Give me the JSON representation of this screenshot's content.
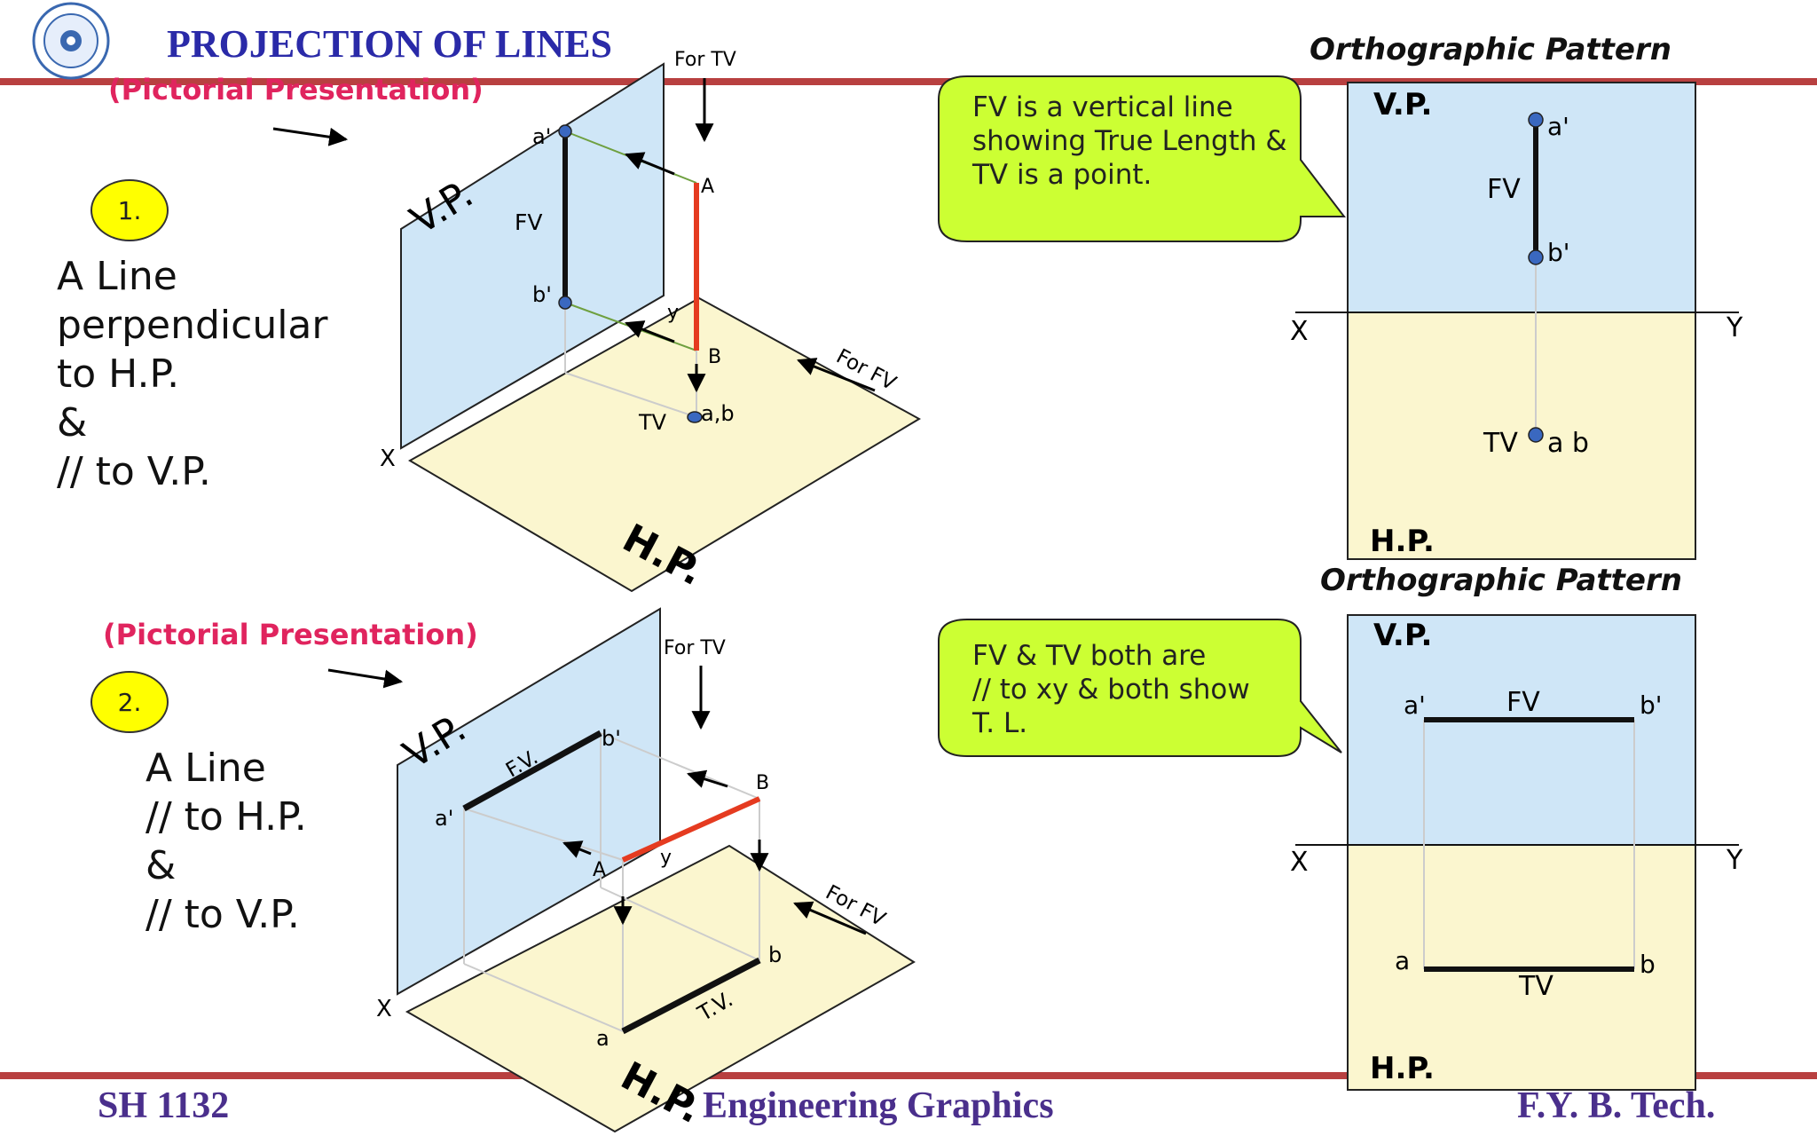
{
  "header": {
    "title": "PROJECTION OF LINES"
  },
  "footer": {
    "left": "SH 1132",
    "center": "Engineering Graphics",
    "right": "F.Y.  B. Tech."
  },
  "colors": {
    "vp_fill": "#cfe6f7",
    "hp_fill": "#fbf6cf",
    "true_line": "#e53b20",
    "callout_fill": "#ccff33",
    "title": "#2a2aa8",
    "rule": "#b84040"
  },
  "case1": {
    "subtitle": "(Pictorial Presentation)",
    "number": "1.",
    "statement": [
      "A Line",
      "perpendicular",
      "to H.P.",
      "&",
      "// to V.P."
    ],
    "pictorial": {
      "vp": "V.P.",
      "hp": "H.P.",
      "fv": "FV",
      "tv": "TV",
      "for_tv": "For TV",
      "for_fv": "For FV",
      "x": "X",
      "y": "y",
      "a_prime": "a'",
      "b_prime": "b'",
      "A": "A",
      "B": "B",
      "ab": "a,b"
    },
    "callout": [
      "FV is a vertical line",
      "showing True Length &",
      "TV is a point."
    ],
    "ortho": {
      "title": "Orthographic Pattern",
      "vp": "V.P.",
      "hp": "H.P.",
      "fv": "FV",
      "x": "X",
      "y": "Y",
      "a_prime": "a'",
      "b_prime": "b'",
      "tv": "TV",
      "ab": "a b"
    }
  },
  "case2": {
    "subtitle": "(Pictorial Presentation)",
    "number": "2.",
    "statement": [
      "A Line",
      "// to H.P.",
      "&",
      "// to V.P."
    ],
    "pictorial": {
      "vp": "V.P.",
      "hp": "H.P.",
      "fv": "F.V.",
      "tv": "T.V.",
      "for_tv": "For TV",
      "for_fv": "For FV",
      "x": "X",
      "y": "y",
      "a_prime": "a'",
      "b_prime": "b'",
      "A": "A",
      "B": "B",
      "a": "a",
      "b": "b"
    },
    "callout": [
      "FV & TV both are",
      "// to xy  &  both show",
      "T. L."
    ],
    "ortho": {
      "vp": "V.P.",
      "hp": "H.P.",
      "fv": "FV",
      "tv": "TV",
      "x": "X",
      "y": "Y",
      "a_prime": "a'",
      "b_prime": "b'",
      "a": "a",
      "b": "b"
    }
  }
}
